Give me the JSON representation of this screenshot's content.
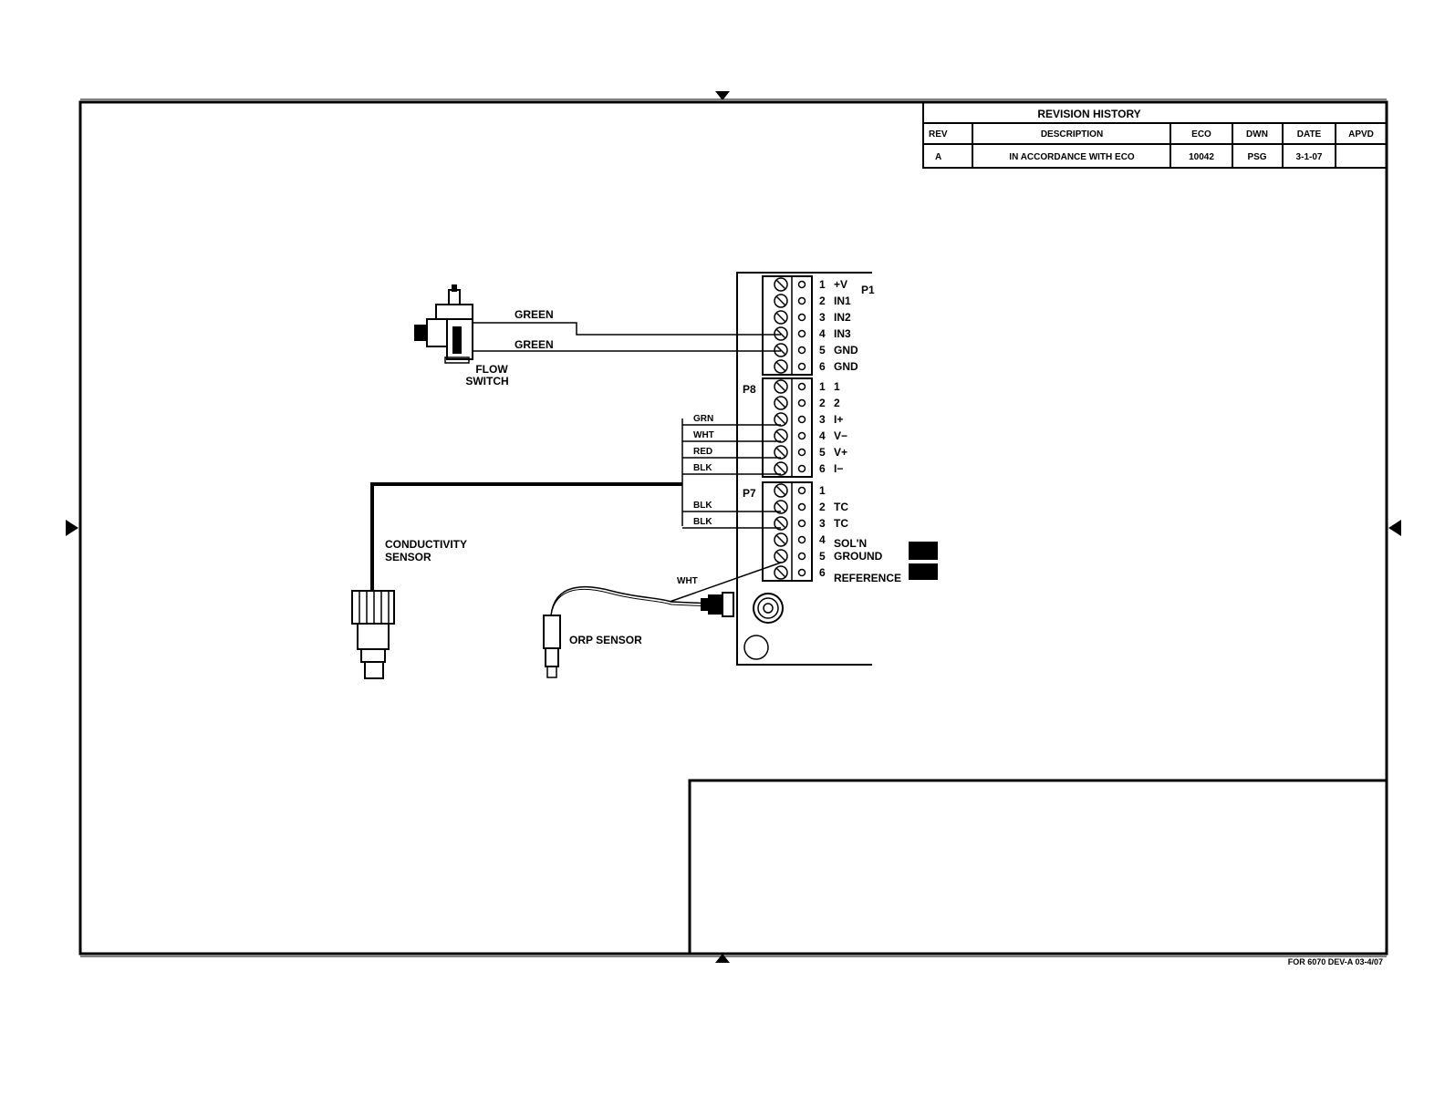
{
  "revision_history": {
    "title": "REVISION HISTORY",
    "headers": [
      "REV",
      "DESCRIPTION",
      "ECO",
      "DWN",
      "DATE",
      "APVD"
    ],
    "rows": [
      [
        "A",
        "IN ACCORDANCE WITH ECO",
        "10042",
        "PSG",
        "3-1-07",
        ""
      ]
    ]
  },
  "terminal_blocks": [
    {
      "name": "P1",
      "terminals": [
        {
          "num": "1",
          "label": "+V"
        },
        {
          "num": "2",
          "label": "IN1"
        },
        {
          "num": "3",
          "label": "IN2"
        },
        {
          "num": "4",
          "label": "IN3"
        },
        {
          "num": "5",
          "label": "GND"
        },
        {
          "num": "6",
          "label": "GND"
        }
      ]
    },
    {
      "name": "P8",
      "terminals": [
        {
          "num": "1",
          "label": "1"
        },
        {
          "num": "2",
          "label": "2"
        },
        {
          "num": "3",
          "label": "I+"
        },
        {
          "num": "4",
          "label": "V−"
        },
        {
          "num": "5",
          "label": "V+"
        },
        {
          "num": "6",
          "label": "I−"
        }
      ]
    },
    {
      "name": "P7",
      "terminals": [
        {
          "num": "1",
          "label": ""
        },
        {
          "num": "2",
          "label": "TC"
        },
        {
          "num": "3",
          "label": "TC"
        },
        {
          "num": "4",
          "label": "SOL'N"
        },
        {
          "num": "5",
          "label": "GROUND"
        },
        {
          "num": "6",
          "label": "REFERENCE"
        }
      ]
    }
  ],
  "wires": {
    "flow_switch": [
      "GREEN",
      "GREEN"
    ],
    "conductivity": [
      "GRN",
      "WHT",
      "RED",
      "BLK",
      "BLK",
      "BLK"
    ],
    "orp": "WHT"
  },
  "components": {
    "flow_switch": [
      "FLOW",
      "SWITCH"
    ],
    "conductivity_sensor": [
      "CONDUCTIVITY",
      "SENSOR"
    ],
    "orp_sensor": "ORP SENSOR"
  },
  "footer_ref": "FOR 6070 DEV-A 03-4/07"
}
